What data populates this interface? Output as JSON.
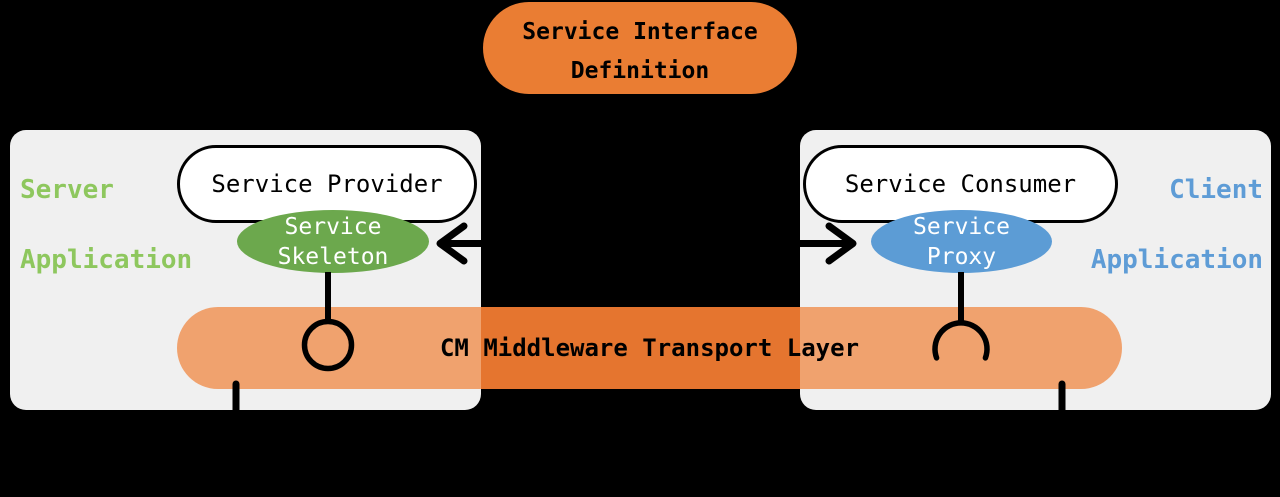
{
  "colors": {
    "bg-black": "#000000",
    "box-gray": "#F0F0F0",
    "accent-orange": "#EA7D33",
    "bar-light-orange": "#F0A26E",
    "bar-mid-orange": "#E5752F",
    "green-fill": "#6CA84D",
    "green-text": "#8EC75E",
    "blue-fill": "#5C9CD5",
    "blue-text": "#5E9CD6",
    "node-fill-white": "#FFFFFF",
    "connector-black": "#000000"
  },
  "interface_definition": {
    "line1": "Service Interface",
    "line2": "Definition"
  },
  "server_application": {
    "label_line1": "Server",
    "label_line2": "Application",
    "provider_label": "Service Provider",
    "skeleton_line1": "Service",
    "skeleton_line2": "Skeleton"
  },
  "client_application": {
    "label_line1": "Client",
    "label_line2": "Application",
    "consumer_label": "Service Consumer",
    "proxy_line1": "Service",
    "proxy_line2": "Proxy"
  },
  "transport_layer": {
    "label": "CM Middleware Transport Layer"
  },
  "icons": {
    "provided_interface": "ball-icon",
    "required_interface": "socket-icon",
    "arrow_to_skeleton": "arrow-left-icon",
    "arrow_to_proxy": "arrow-right-icon",
    "server_downlink": "vertical-stub-icon",
    "client_downlink": "vertical-stub-icon"
  }
}
